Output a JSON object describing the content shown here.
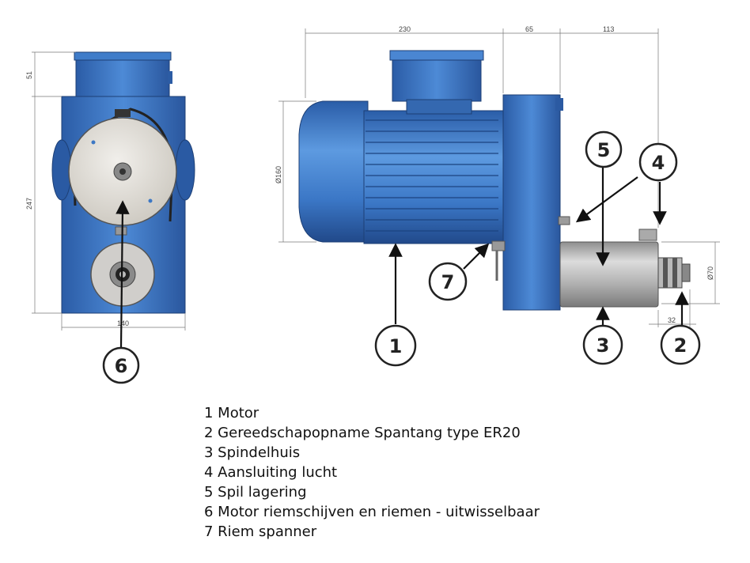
{
  "dimensions": {
    "width_230": "230",
    "width_65": "65",
    "width_113": "113",
    "height_51": "51",
    "height_247": "247",
    "width_140": "140",
    "dia_160": "Ø160",
    "dia_70": "Ø70",
    "length_32": "32"
  },
  "callouts": {
    "c1": "1",
    "c2": "2",
    "c3": "3",
    "c4": "4",
    "c5": "5",
    "c6": "6",
    "c7": "7"
  },
  "legend": [
    {
      "text": "1 Motor"
    },
    {
      "text": "2 Gereedschapopname Spantang type ER20"
    },
    {
      "text": "3 Spindelhuis"
    },
    {
      "text": "4 Aansluiting lucht"
    },
    {
      "text": "5 Spil lagering"
    },
    {
      "text": "6 Motor riemschijven en riemen - uitwisselbaar"
    },
    {
      "text": "7 Riem spanner"
    }
  ],
  "colors": {
    "motor_blue": "#3d78c4",
    "motor_dark": "#24508f",
    "spindle_grey": "#b3b3b3",
    "pulley_light": "#e4e2de"
  }
}
